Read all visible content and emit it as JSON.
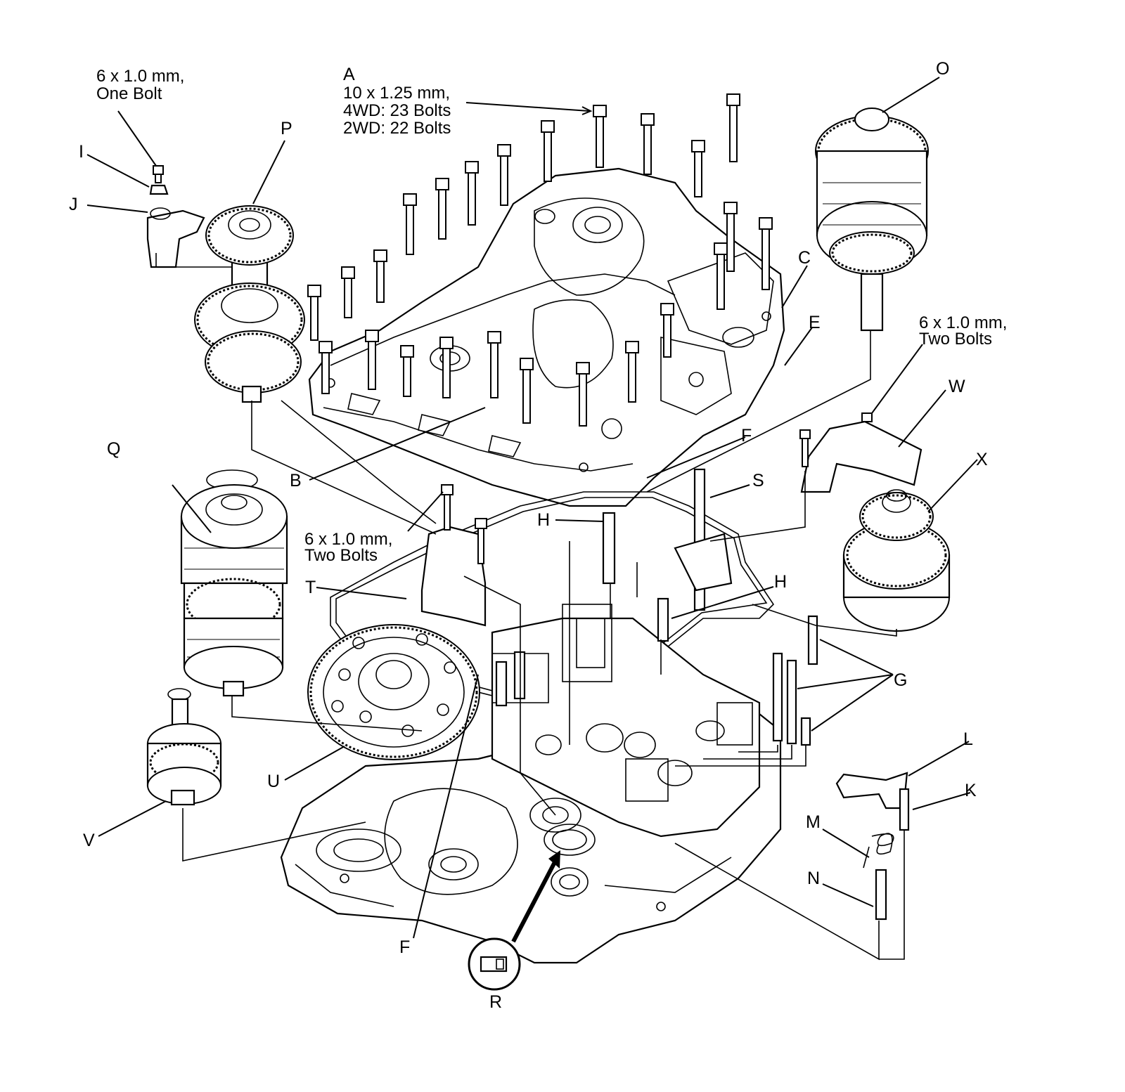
{
  "callouts": {
    "a": "A",
    "a_spec_line1": "10 x 1.25 mm,",
    "a_spec_line2": "4WD: 23 Bolts",
    "a_spec_line3": "2WD: 22 Bolts",
    "one_bolt_line1": "6 x 1.0 mm,",
    "one_bolt_line2": "One Bolt",
    "two_bolts_left_line1": "6 x 1.0 mm,",
    "two_bolts_left_line2": "Two Bolts",
    "two_bolts_right_line1": "6 x 1.0 mm,",
    "two_bolts_right_line2": "Two Bolts",
    "b": "B",
    "c": "C",
    "e": "E",
    "f_top": "F",
    "f_bottom": "F",
    "g": "G",
    "h_top": "H",
    "h_mid": "H",
    "i": "I",
    "j": "J",
    "k": "K",
    "l": "L",
    "m": "M",
    "n": "N",
    "o": "O",
    "p": "P",
    "q": "Q",
    "r": "R",
    "s": "S",
    "t": "T",
    "u": "U",
    "v": "V",
    "w": "W",
    "x": "X"
  }
}
